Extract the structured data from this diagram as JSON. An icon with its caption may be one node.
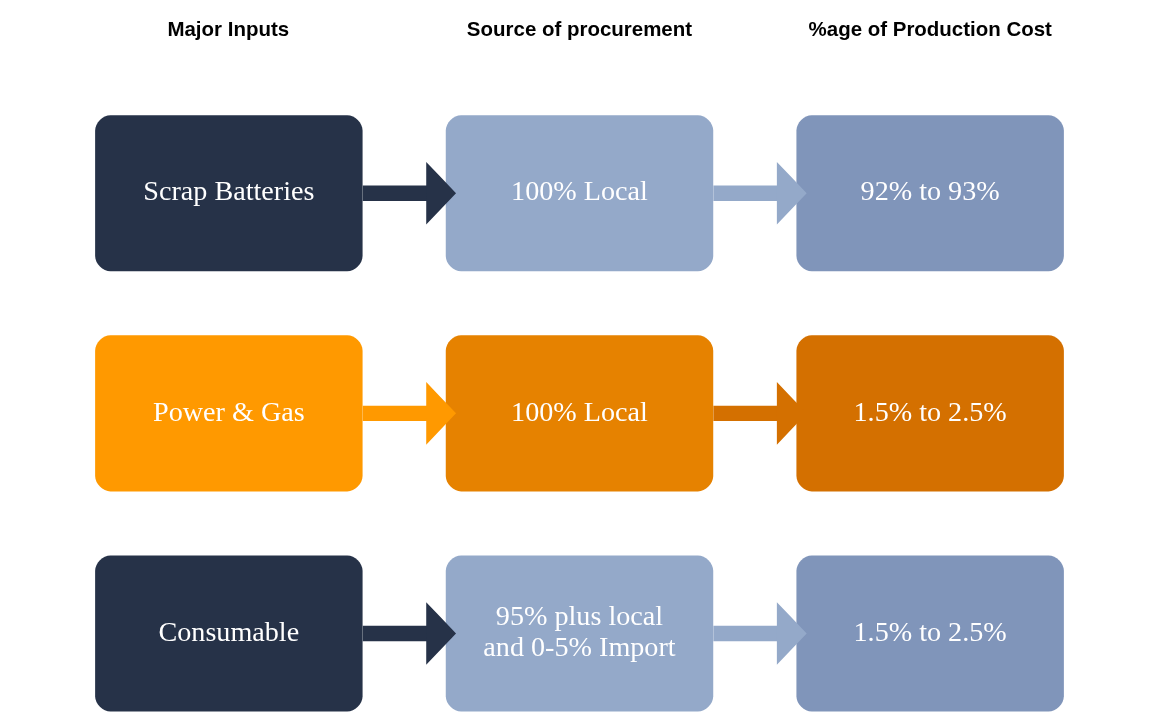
{
  "diagram": {
    "nodes": [
      {
        "text": [
          "Scrap Batteries"
        ]
      },
      {
        "text": [
          "100% Local"
        ]
      },
      {
        "text": [
          "92% to 93%"
        ]
      },
      {
        "text": [
          "Power & Gas"
        ]
      },
      {
        "text": [
          "100% Local"
        ]
      },
      {
        "text": [
          "1.5% to 2.5%"
        ]
      },
      {
        "text": [
          "Consumable"
        ]
      },
      {
        "text": [
          "95% plus local and 0-5% Import"
        ]
      },
      {
        "text": [
          "1.5% to 2.5%"
        ]
      }
    ],
    "edges": [
      {
        "from": 0,
        "to": 1,
        "arrow": "to",
        "color": "#263248"
      },
      {
        "from": 1,
        "to": 2,
        "arrow": "to",
        "color": "#94a9c9"
      },
      {
        "from": 3,
        "to": 4,
        "arrow": "to",
        "color": "#ff9900"
      },
      {
        "from": 4,
        "to": 5,
        "arrow": "to",
        "color": "#d47000"
      },
      {
        "from": 6,
        "to": 7,
        "arrow": "to",
        "color": "#263248"
      },
      {
        "from": 7,
        "to": 8,
        "arrow": "to",
        "color": "#94a9c9"
      }
    ],
    "labels": [
      "Major Inputs",
      "Source of procurement",
      "%age of Production Cost"
    ]
  }
}
